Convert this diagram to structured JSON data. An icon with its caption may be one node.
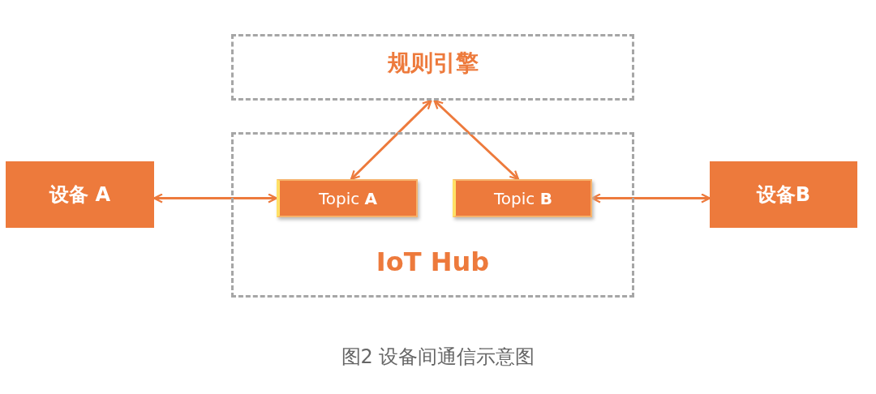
{
  "diagram": {
    "caption": "图2 设备间通信示意图",
    "nodes": [
      {
        "text": [
          "规则引擎"
        ]
      },
      {
        "text": [
          "设备 A"
        ]
      },
      {
        "text": [
          "IoT Hub"
        ]
      },
      {
        "text": [
          "Topic **A**"
        ],
        "in": 2
      },
      {
        "text": [
          "Topic **B**"
        ],
        "in": 2
      },
      {
        "text": [
          "设备B"
        ]
      }
    ],
    "edges": [
      {
        "from": 1,
        "to": 3,
        "arrow": "both"
      },
      {
        "from": 0,
        "to": 3,
        "arrow": "both"
      },
      {
        "from": 0,
        "to": 4,
        "arrow": "both"
      },
      {
        "from": 4,
        "to": 5,
        "arrow": "both"
      }
    ]
  }
}
